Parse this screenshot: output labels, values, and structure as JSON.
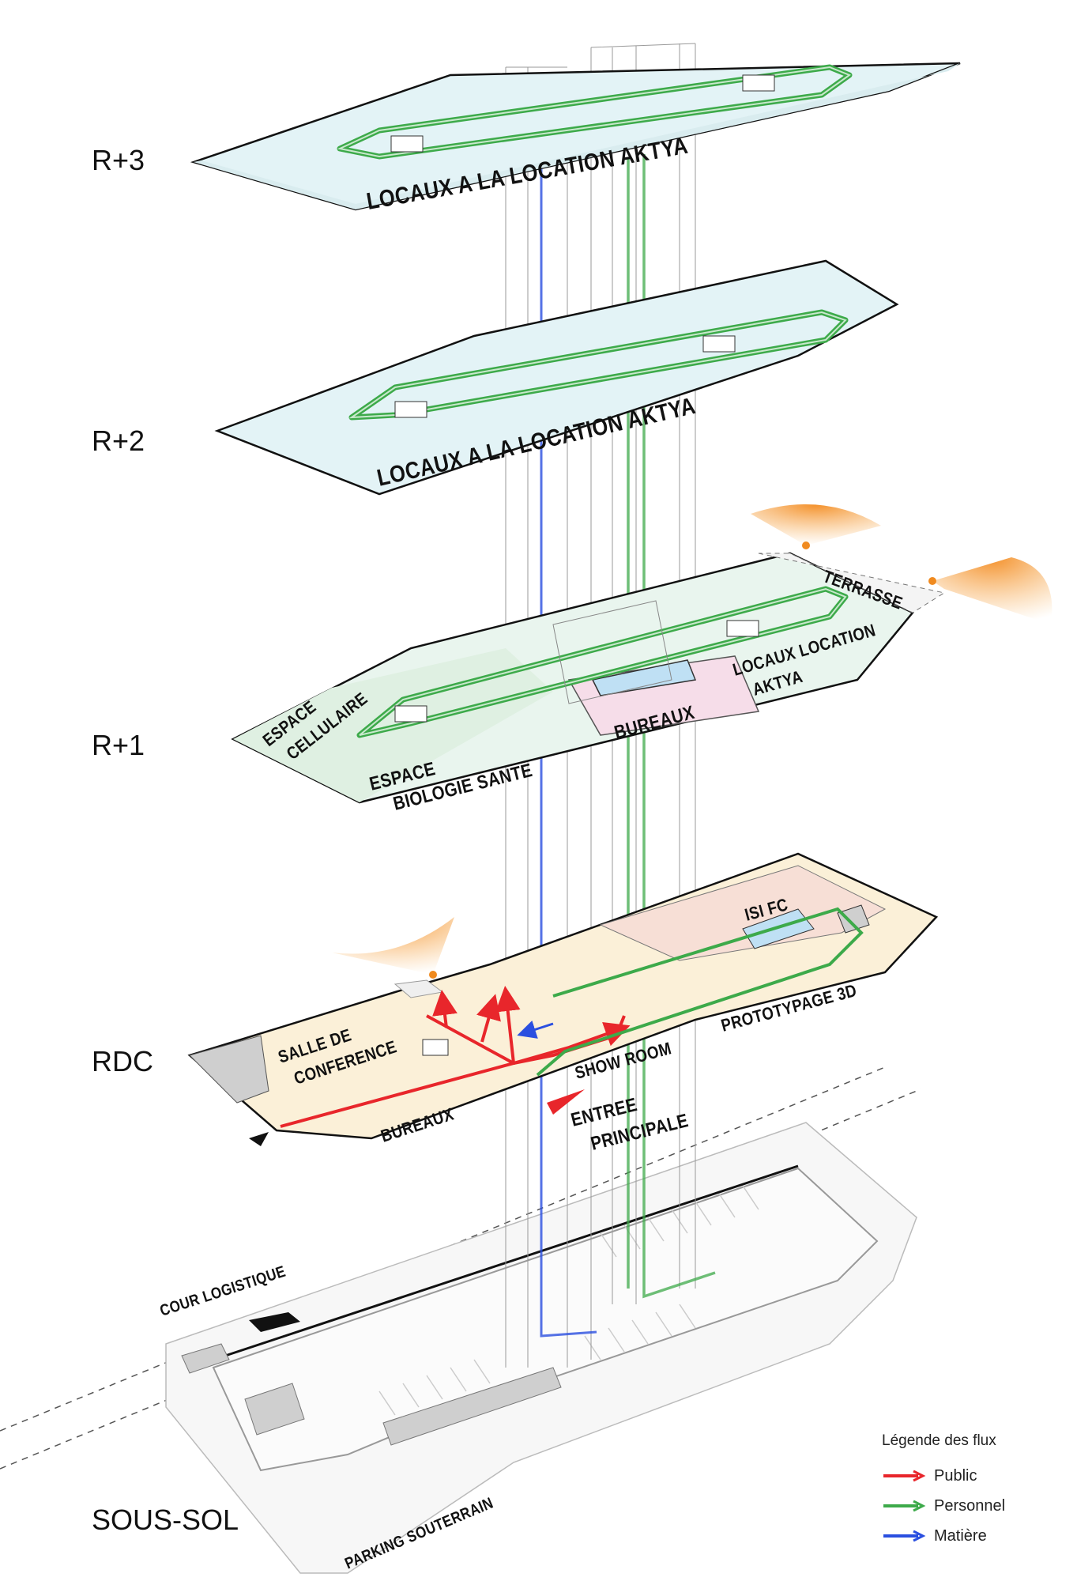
{
  "levels": {
    "r3": "R+3",
    "r2": "R+2",
    "r1": "R+1",
    "rdc": "RDC",
    "sous_sol": "SOUS-SOL"
  },
  "rooms": {
    "r3_locaux": "LOCAUX A LA LOCATION AKTYA",
    "r2_locaux": "LOCAUX A LA LOCATION AKTYA",
    "terrasse": "TERRASSE",
    "locaux_location_1": "LOCAUX LOCATION",
    "locaux_location_2": "AKTYA",
    "espace_cellulaire_1": "ESPACE",
    "espace_cellulaire_2": "CELLULAIRE",
    "bureaux_r1": "BUREAUX",
    "espace_bio_1": "ESPACE",
    "espace_bio_2": "BIOLOGIE SANTE",
    "isi_fc": "ISI FC",
    "prototypage": "PROTOTYPAGE 3D",
    "salle_conf_1": "SALLE DE",
    "salle_conf_2": "CONFERENCE",
    "show_room": "SHOW ROOM",
    "bureaux_rdc": "BUREAUX",
    "entree_1": "ENTREE",
    "entree_2": "PRINCIPALE",
    "cour_logistique": "COUR LOGISTIQUE",
    "parking": "PARKING SOUTERRAIN"
  },
  "legend": {
    "title": "Légende des flux",
    "items": [
      {
        "label": "Public",
        "color": "#e8262b"
      },
      {
        "label": "Personnel",
        "color": "#3daa4a"
      },
      {
        "label": "Matière",
        "color": "#2a4fe0"
      }
    ]
  },
  "colors": {
    "public": "#e8262b",
    "personnel": "#3daa4a",
    "matiere": "#2a4fe0",
    "floor": "#e6f4f6",
    "light": "#f6a03b"
  }
}
